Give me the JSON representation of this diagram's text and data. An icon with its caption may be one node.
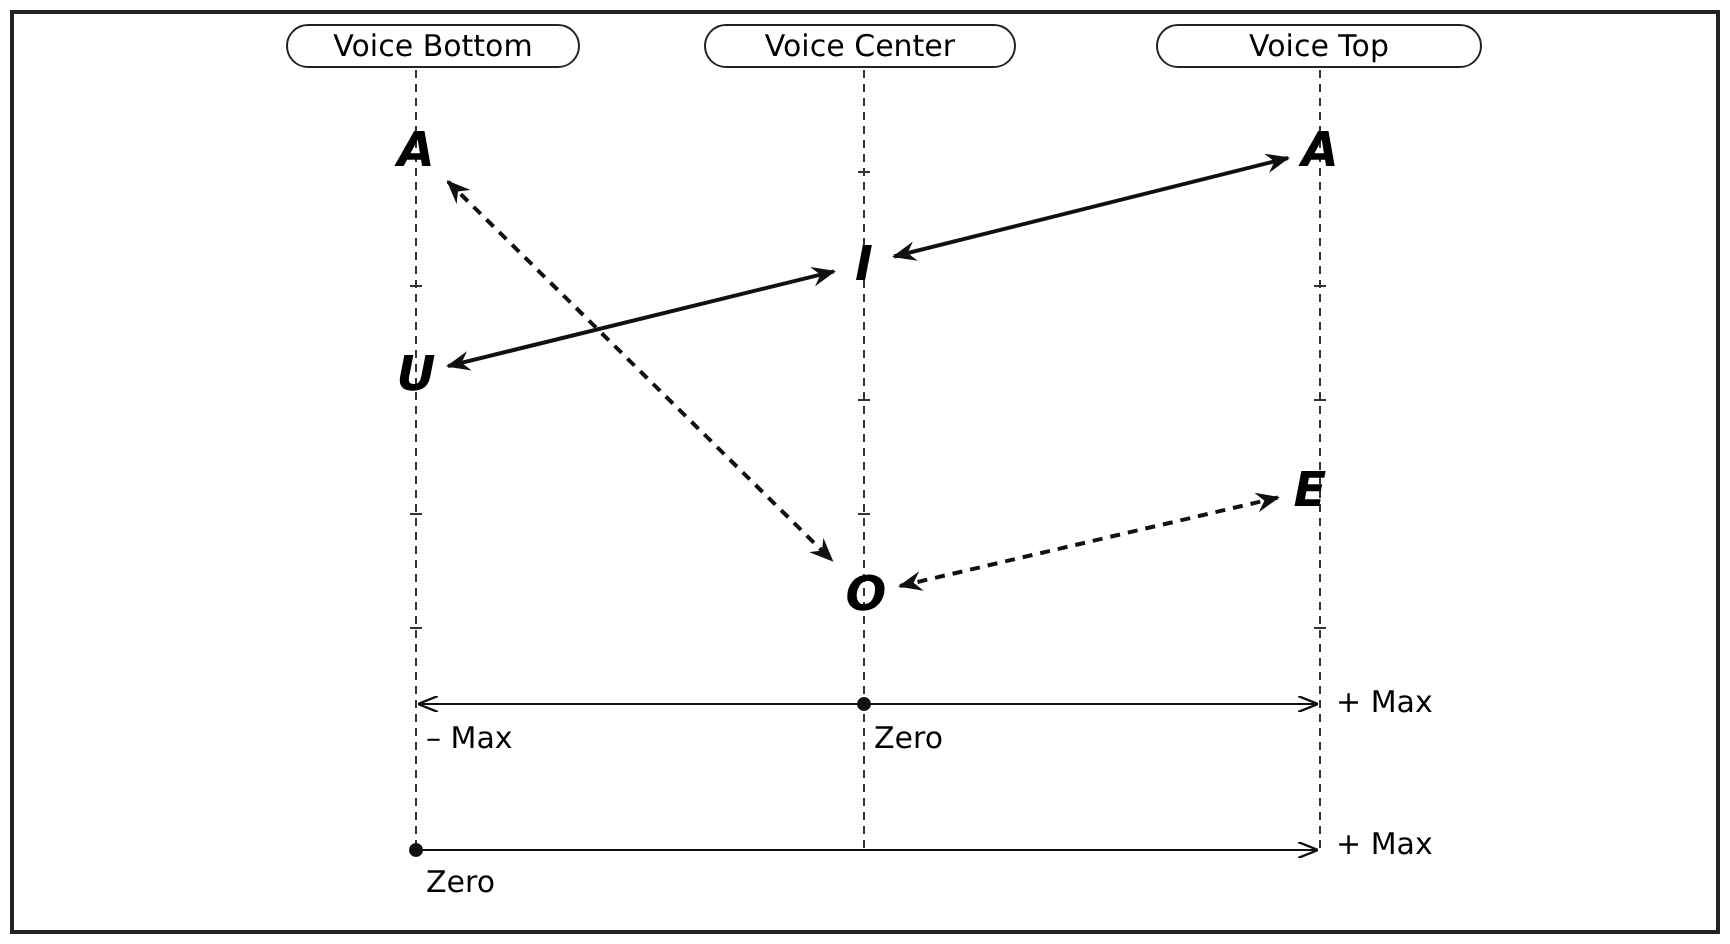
{
  "diagram": {
    "nodes": [
      {
        "text": [
          "Voice Bottom"
        ]
      },
      {
        "text": [
          "Voice Center"
        ]
      },
      {
        "text": [
          "Voice Top"
        ]
      },
      {
        "text": [
          "A"
        ]
      },
      {
        "text": [
          "A"
        ]
      },
      {
        "text": [
          "I"
        ]
      },
      {
        "text": [
          "U"
        ]
      },
      {
        "text": [
          "E"
        ]
      },
      {
        "text": [
          "O"
        ]
      }
    ],
    "edges": [
      {
        "from": 3,
        "to": 8,
        "arrow": "both",
        "style": "dashed"
      },
      {
        "from": 5,
        "to": 4,
        "arrow": "both"
      },
      {
        "from": 5,
        "to": 6,
        "arrow": "both"
      },
      {
        "from": 8,
        "to": 7,
        "arrow": "both",
        "style": "dashed"
      }
    ],
    "labels": [
      "+ Max",
      "– Max",
      "Zero",
      "+ Max",
      "Zero"
    ]
  }
}
